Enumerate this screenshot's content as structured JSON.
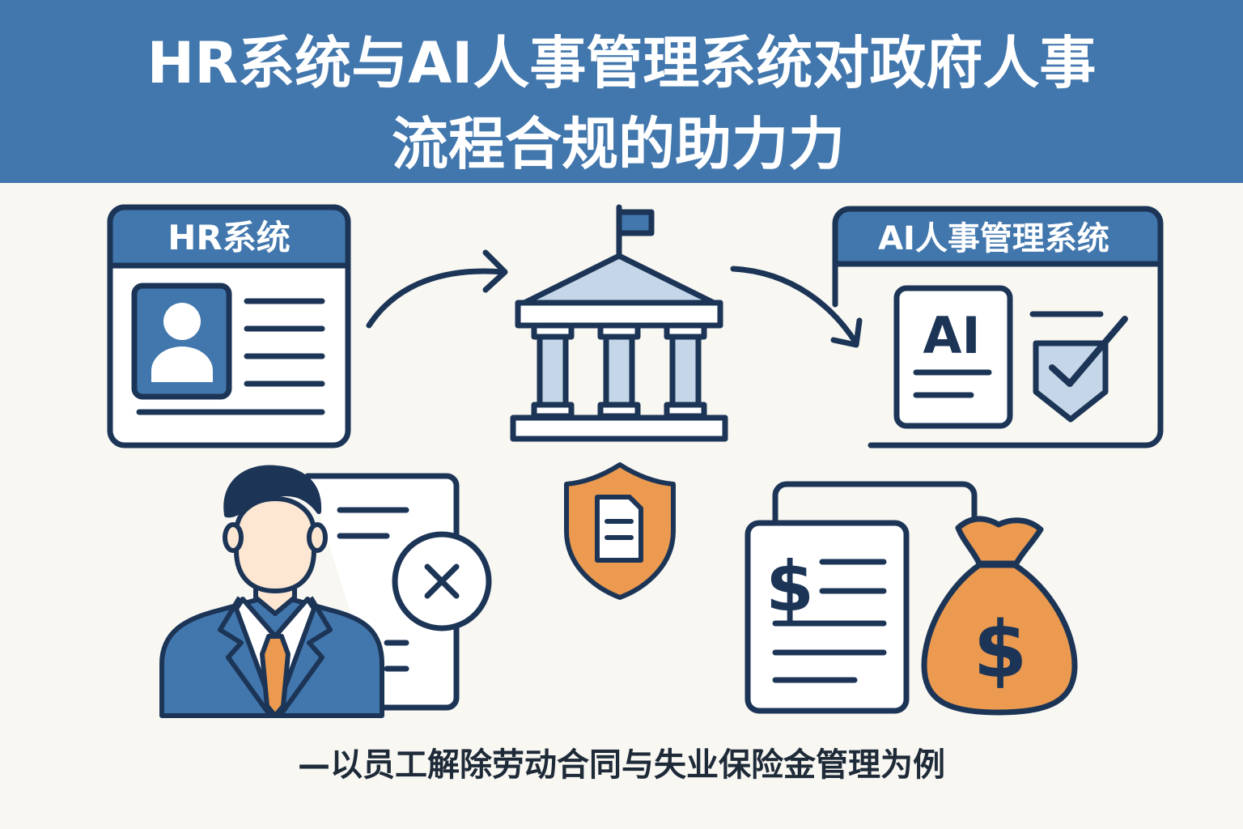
{
  "title": {
    "line1": "HR系统与AI人事管理系统对政府人事",
    "line2": "流程合规的助力力"
  },
  "hr_system": {
    "label": "HR系统"
  },
  "ai_system": {
    "label": "AI人事管理系统",
    "badge": "AI"
  },
  "money_bag": {
    "symbol": "$"
  },
  "document": {
    "symbol": "$"
  },
  "caption": "—以员工解除劳动合同与失业保险金管理为例",
  "colors": {
    "banner": "#4277ad",
    "navy": "#1c3557",
    "accent_orange": "#eb9a50",
    "light_blue": "#c4d6e8",
    "background": "#f8f7f2"
  }
}
